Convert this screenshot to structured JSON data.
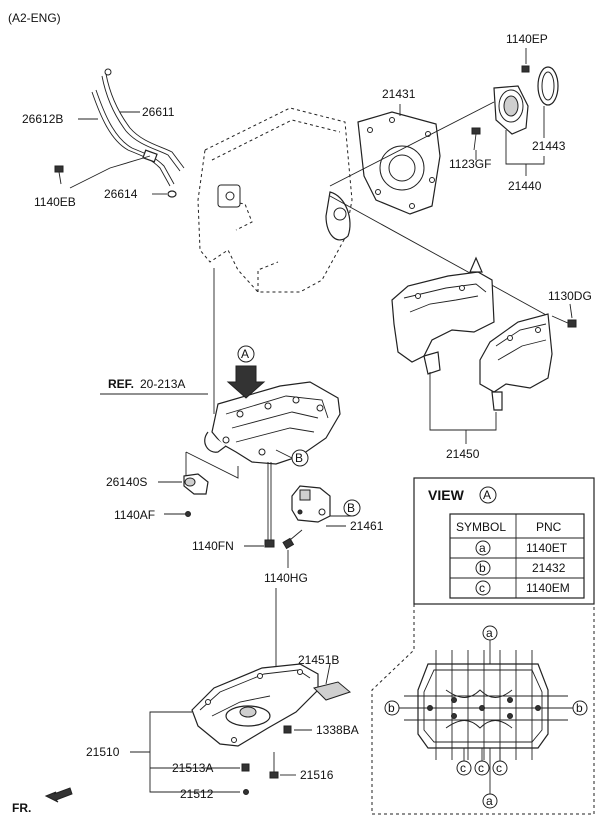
{
  "header": {
    "engine_code": "(A2-ENG)"
  },
  "callouts": {
    "p26611": "26611",
    "p26612B": "26612B",
    "p1140EB": "1140EB",
    "p26614": "26614",
    "p21431": "21431",
    "p1140EP": "1140EP",
    "p1123GF": "1123GF",
    "p21443": "21443",
    "p21440": "21440",
    "p1130DG": "1130DG",
    "p21450": "21450",
    "ref_prefix": "REF.",
    "ref_value": "20-213A",
    "p26140S": "26140S",
    "p1140AF": "1140AF",
    "p1140FN": "1140FN",
    "p21461": "21461",
    "p1140HG": "1140HG",
    "p21451B": "21451B",
    "p1338BA": "1338BA",
    "p21510": "21510",
    "p21513A": "21513A",
    "p21516": "21516",
    "p21512": "21512",
    "marker_a": "A",
    "marker_b": "B",
    "front": "FR."
  },
  "view": {
    "title": "VIEW",
    "marker": "A",
    "col_symbol": "SYMBOL",
    "col_pnc": "PNC",
    "rows": [
      {
        "symbol": "a",
        "pnc": "1140ET"
      },
      {
        "symbol": "b",
        "pnc": "21432"
      },
      {
        "symbol": "c",
        "pnc": "1140EM"
      }
    ]
  }
}
